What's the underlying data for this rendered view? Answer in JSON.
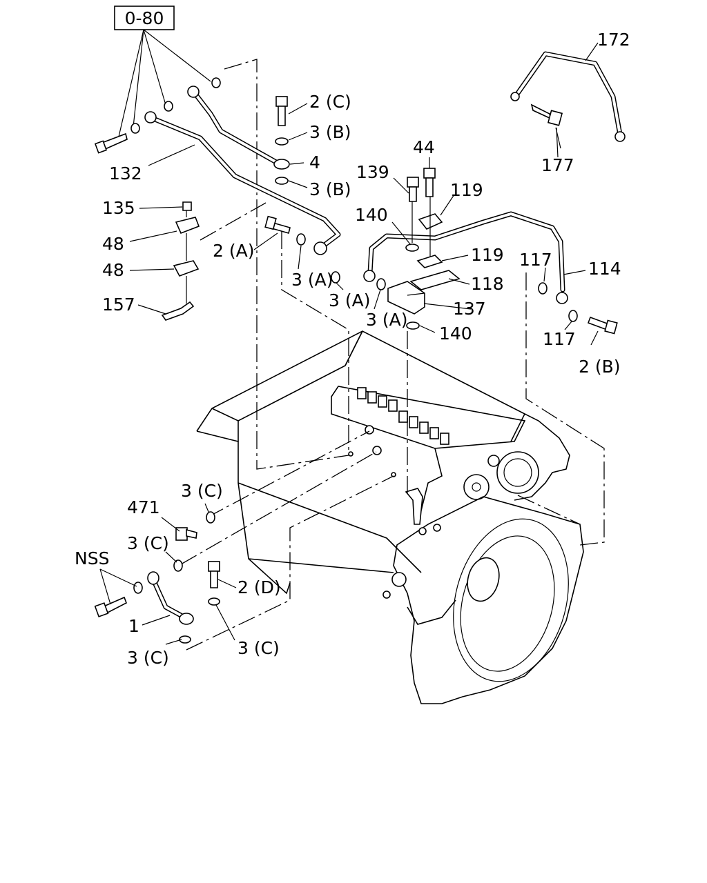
{
  "diagram": {
    "reference_box": "0-80",
    "callouts": {
      "c172": "172",
      "c177": "177",
      "c132": "132",
      "c2C": "2 (C)",
      "c3B_1": "3 (B)",
      "c4": "4",
      "c3B_2": "3 (B)",
      "c44": "44",
      "c139": "139",
      "c119_top": "119",
      "c140_top": "140",
      "c119_mid": "119",
      "c118": "118",
      "c137": "137",
      "c140_low": "140",
      "c117_top": "117",
      "c114": "114",
      "c117_low": "117",
      "c2B": "2 (B)",
      "c135": "135",
      "c48_top": "48",
      "c48_low": "48",
      "c157": "157",
      "c2A": "2 (A)",
      "c3A_1": "3 (A)",
      "c3A_2": "3 (A)",
      "c3A_3": "3 (A)",
      "c3C_1": "3 (C)",
      "c471": "471",
      "c3C_2": "3 (C)",
      "cNSS": "NSS",
      "c2D": "2 (D)",
      "c1": "1",
      "c3C_3": "3 (C)",
      "c3C_4": "3 (C)"
    }
  }
}
